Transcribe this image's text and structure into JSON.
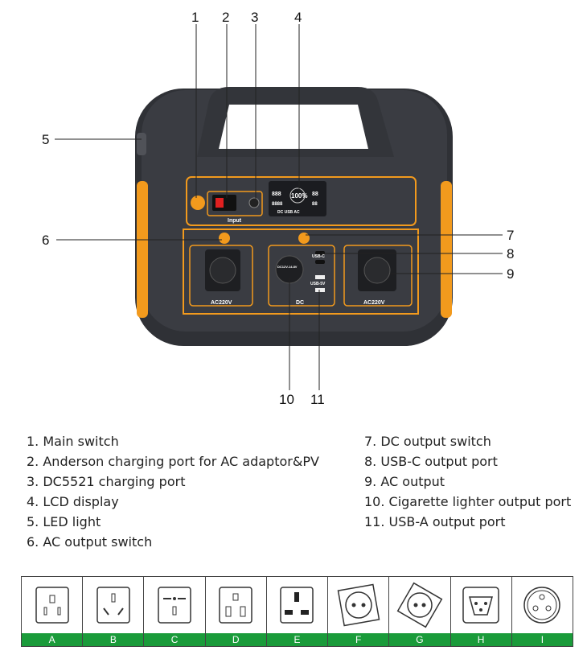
{
  "callouts": {
    "c1": "1",
    "c2": "2",
    "c3": "3",
    "c4": "4",
    "c5": "5",
    "c6": "6",
    "c7": "7",
    "c8": "8",
    "c9": "9",
    "c10": "10",
    "c11": "11"
  },
  "panel": {
    "input_label": "Input",
    "ac_left_label": "AC220V",
    "dc_label": "DC",
    "ac_right_label": "AC220V",
    "usb_c_label": "USB-C",
    "usb_5v_label": "USB-5V",
    "lcd_percent": "100%",
    "lcd_left_top": "888",
    "lcd_left_bottom": "8888",
    "lcd_right_top": "88",
    "lcd_right_bottom": "88",
    "lcd_status": "DC  USB  AC",
    "dc_socket_text": "DC12V-14.8V"
  },
  "legend": {
    "left": [
      "1. Main switch",
      "2. Anderson charging port  for AC adaptor&PV",
      "3. DC5521 charging port",
      "4. LCD display",
      "5. LED light",
      "6. AC output switch"
    ],
    "right": [
      "7. DC output switch",
      "8. USB-C output port",
      "9.  AC output",
      "10. Cigarette lighter output port",
      "11. USB-A output port"
    ]
  },
  "sockets": [
    "A",
    "B",
    "C",
    "D",
    "E",
    "F",
    "G",
    "H",
    "I"
  ],
  "colors": {
    "body": "#3a3c42",
    "accent": "#f29a1d",
    "bar": "#1a9b3a"
  }
}
